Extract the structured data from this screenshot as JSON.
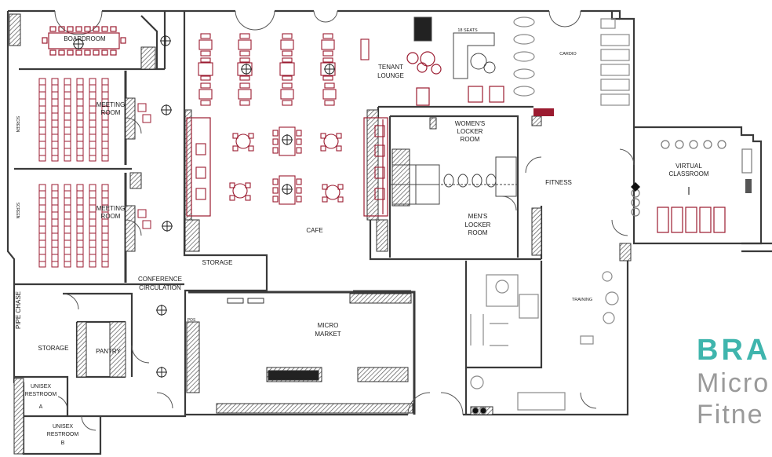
{
  "colors": {
    "wall": "#3a3a3a",
    "hatch": "#6d6d6d",
    "furniture": "#9b1b30",
    "fixture": "#8a8a8a",
    "accent": "#3fb5ad",
    "tagline": "#9a9a9a"
  },
  "rooms": {
    "boardroom": "BOARDROOM",
    "meeting_room_1": [
      "MEETING",
      "ROOM"
    ],
    "meeting_room_2": [
      "MEETING",
      "ROOM"
    ],
    "screen": "SCREEN",
    "conference_circulation": [
      "CONFERENCE",
      "CIRCULATION"
    ],
    "pipe_chase": "PIPE CHASE",
    "storage_left": "STORAGE",
    "pantry": "PANTRY",
    "unisex_a": [
      "UNISEX",
      "RESTROOM",
      "A"
    ],
    "unisex_b": [
      "UNISEX",
      "RESTROOM",
      "B"
    ],
    "storage_center": "STORAGE",
    "cafe": "CAFE",
    "seats": "18 SEATS",
    "tenant_lounge": [
      "TENANT",
      "LOUNGE"
    ],
    "womens_locker": [
      "WOMEN'S",
      "LOCKER",
      "ROOM"
    ],
    "mens_locker": [
      "MEN'S",
      "LOCKER",
      "ROOM"
    ],
    "micro_market": [
      "MICRO",
      "MARKET"
    ],
    "pos": "POS",
    "fitness": "FITNESS",
    "cardio": "CARDIO",
    "training": "TRAINING",
    "virtual_classroom": [
      "VIRTUAL",
      "CLASSROOM"
    ]
  },
  "brand": {
    "name": "BRA",
    "line1": "Micro",
    "line2": "Fitne"
  }
}
